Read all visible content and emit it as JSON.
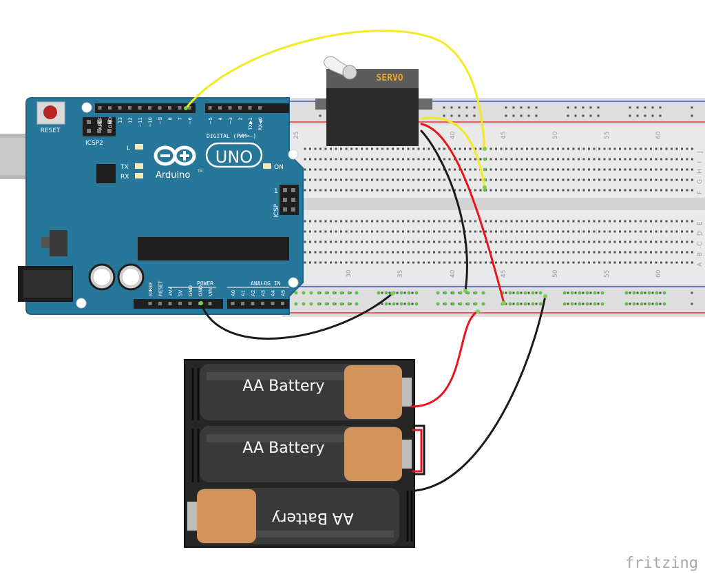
{
  "arduino": {
    "reset_label": "RESET",
    "icsp2_label": "ICSP2",
    "icsp_label": "ICSP",
    "model_label": "UNO",
    "brand_label": "Arduino",
    "tm_label": "TM",
    "led_l": "L",
    "led_tx": "TX",
    "led_rx": "RX",
    "led_on": "ON",
    "digital_label": "DIGITAL (PWM=~)",
    "digital_pins": [
      "AREF",
      "GND",
      "13",
      "12",
      "~11",
      "~10",
      "~9",
      "8",
      "7",
      "~6",
      "~5",
      "4",
      "~3",
      "2",
      "TX▶1",
      "RX◀0"
    ],
    "power_label": "POWER",
    "power_pins": [
      "IOREF",
      "RESET",
      "3V3",
      "5V",
      "GND",
      "GND",
      "VIN"
    ],
    "analog_label": "ANALOG IN",
    "analog_pins": [
      "A0",
      "A1",
      "A2",
      "A3",
      "A4",
      "A5"
    ],
    "icsp_pin_1": "1"
  },
  "servo": {
    "label": "SERVO"
  },
  "breadboard": {
    "column_numbers": [
      "25",
      "30",
      "35",
      "40",
      "45",
      "50",
      "55",
      "60"
    ],
    "row_letters_top": [
      "J",
      "I",
      "H",
      "G",
      "F"
    ],
    "row_letters_bottom": [
      "E",
      "D",
      "C",
      "B",
      "A"
    ]
  },
  "battery_pack": {
    "cells": [
      "AA Battery",
      "AA Battery",
      "AA Battery"
    ]
  },
  "footer": {
    "brand": "fritzing"
  },
  "colors": {
    "board": "#27779b",
    "board_edge": "#1f6583",
    "wire_signal": "#f3ea1f",
    "wire_power": "#e8141c",
    "wire_ground": "#1a1a1a",
    "breadboard": "#e9e9e9",
    "battery_copper": "#d2945a",
    "battery_body": "#2a2a2a"
  }
}
